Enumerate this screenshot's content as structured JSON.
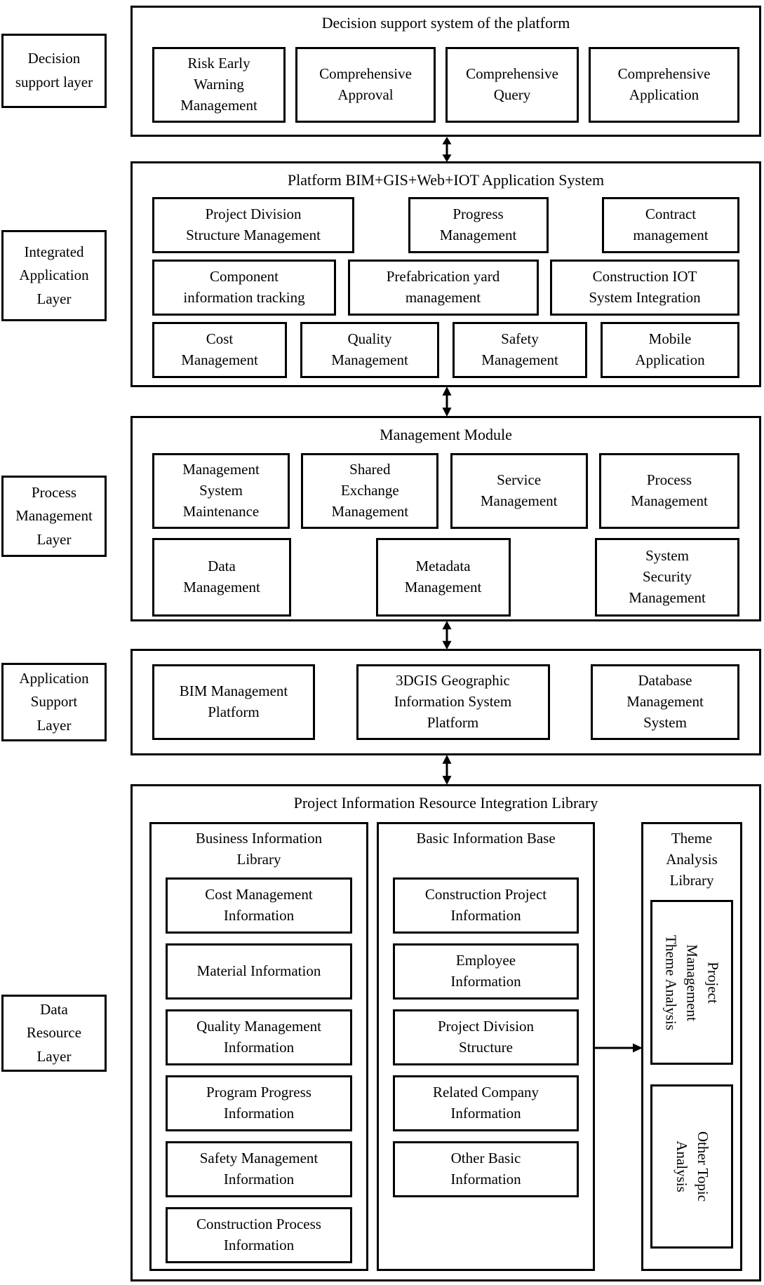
{
  "colors": {
    "line": "#000000",
    "background": "#ffffff",
    "text": "#000000"
  },
  "layers": [
    {
      "label": "Decision\nsupport layer"
    },
    {
      "label": "Integrated\nApplication\nLayer"
    },
    {
      "label": "Process\nManagement\nLayer"
    },
    {
      "label": "Application\nSupport\nLayer"
    },
    {
      "label": "Data\nResource\nLayer"
    }
  ],
  "decision": {
    "title": "Decision support system of the platform",
    "items": [
      "Risk Early\nWarning\nManagement",
      "Comprehensive\nApproval",
      "Comprehensive\nQuery",
      "Comprehensive\nApplication"
    ]
  },
  "application": {
    "title": "Platform BIM+GIS+Web+IOT Application System",
    "row1": [
      "Project Division\nStructure Management",
      "Progress\nManagement",
      "Contract\nmanagement"
    ],
    "row2": [
      "Component\ninformation tracking",
      "Prefabrication yard\nmanagement",
      "Construction IOT\nSystem Integration"
    ],
    "row3": [
      "Cost\nManagement",
      "Quality\nManagement",
      "Safety\nManagement",
      "Mobile\nApplication"
    ]
  },
  "management": {
    "title": "Management Module",
    "row1": [
      "Management\nSystem\nMaintenance",
      "Shared\nExchange\nManagement",
      "Service\nManagement",
      "Process\nManagement"
    ],
    "row2": [
      "Data\nManagement",
      "Metadata\nManagement",
      "System\nSecurity\nManagement"
    ]
  },
  "support": {
    "items": [
      "BIM Management\nPlatform",
      "3DGIS Geographic\nInformation System\nPlatform",
      "Database\nManagement\nSystem"
    ]
  },
  "resource": {
    "title": "Project Information Resource Integration Library",
    "col1": {
      "header": "Business Information\nLibrary",
      "items": [
        "Cost Management\nInformation",
        "Material Information",
        "Quality Management\nInformation",
        "Program Progress\nInformation",
        "Safety Management\nInformation",
        "Construction Process\nInformation"
      ]
    },
    "col2": {
      "header": "Basic Information Base",
      "items": [
        "Construction Project\nInformation",
        "Employee\nInformation",
        "Project Division\nStructure",
        "Related Company\nInformation",
        "Other Basic\nInformation"
      ]
    },
    "col3": {
      "header": "Theme\nAnalysis\nLibrary",
      "items": [
        "Project\nManagement\nTheme Analysis",
        "Other Topic\nAnalysis"
      ]
    }
  }
}
